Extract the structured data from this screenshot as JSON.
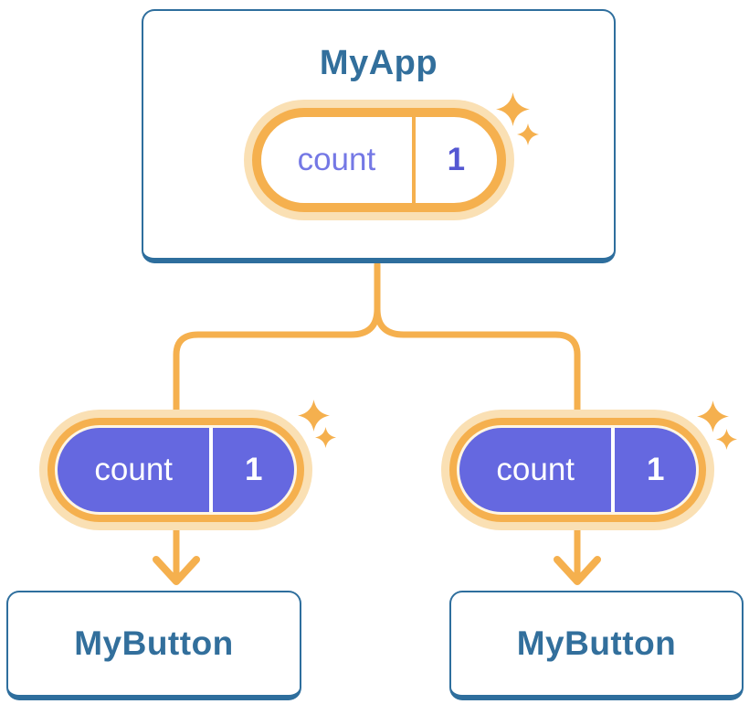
{
  "colors": {
    "bg": "#ffffff",
    "blue_border": "#2e6e9d",
    "blue_text": "#326f9c",
    "orange": "#f5b04e",
    "glow": "#fae0b4",
    "cream": "#fff6e3",
    "purple": "#6568e0",
    "purple_label": "#7478e5",
    "purple_value": "#5457d2"
  },
  "icons": {
    "sparkle_icon": "four-point-star"
  },
  "tree": {
    "root": {
      "title": "MyApp",
      "state": {
        "label": "count",
        "value": "1"
      }
    },
    "children": [
      {
        "title": "MyButton",
        "state": {
          "label": "count",
          "value": "1"
        }
      },
      {
        "title": "MyButton",
        "state": {
          "label": "count",
          "value": "1"
        }
      }
    ]
  }
}
